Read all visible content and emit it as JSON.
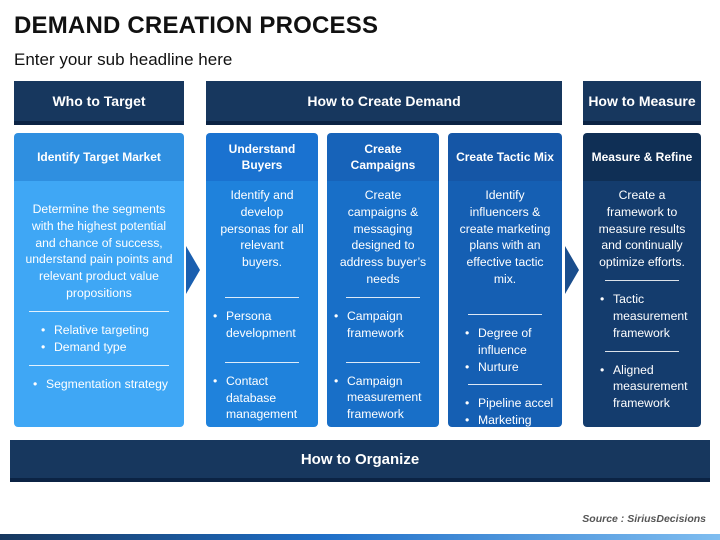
{
  "title": "DEMAND CREATION PROCESS",
  "subtitle": "Enter your sub headline here",
  "headers": {
    "who": "Who to Target",
    "create": "How to Create Demand",
    "measure": "How to Measure"
  },
  "columns": [
    {
      "heading": "Identify Target Market",
      "description": "Determine the segments with the highest potential and chance of success, understand pain points and relevant product value propositions",
      "group1": [
        "Relative targeting",
        "Demand type"
      ],
      "group2": [
        "Segmentation strategy"
      ]
    },
    {
      "heading": "Understand Buyers",
      "description": "Identify and develop personas for all relevant buyers.",
      "group1": [
        "Persona development"
      ],
      "group2": [
        "Contact database management"
      ]
    },
    {
      "heading": "Create Campaigns",
      "description": "Create campaigns & messaging designed to address buyer’s needs",
      "group1": [
        "Campaign framework"
      ],
      "group2": [
        "Campaign measurement framework"
      ]
    },
    {
      "heading": "Create Tactic Mix",
      "description": "Identify influencers & create marketing plans with an effective tactic mix.",
      "group1": [
        "Degree of influence",
        "Nurture"
      ],
      "group2": [
        "Pipeline accel",
        "Marketing attribution"
      ]
    },
    {
      "heading": "Measure & Refine",
      "description": "Create a framework to measure results and continually optimize efforts.",
      "group1": [
        "Tactic measurement framework"
      ],
      "group2": [
        "Aligned measurement framework"
      ]
    }
  ],
  "footer_bar": "How to Organize",
  "source": "Source : SiriusDecisions",
  "colors": {
    "dark_navy": "#17375e",
    "light_blue": "#3fa7f5",
    "mid_blue": "#1f82dc"
  }
}
